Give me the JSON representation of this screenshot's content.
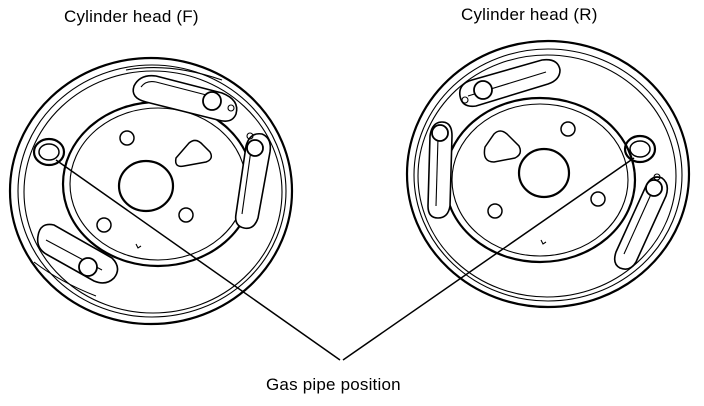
{
  "labels": {
    "front_head": "Cylinder head (F)",
    "rear_head": "Cylinder head (R)",
    "gas_pipe": "Gas pipe position"
  },
  "colors": {
    "ink": "#000000",
    "paper": "#ffffff"
  }
}
